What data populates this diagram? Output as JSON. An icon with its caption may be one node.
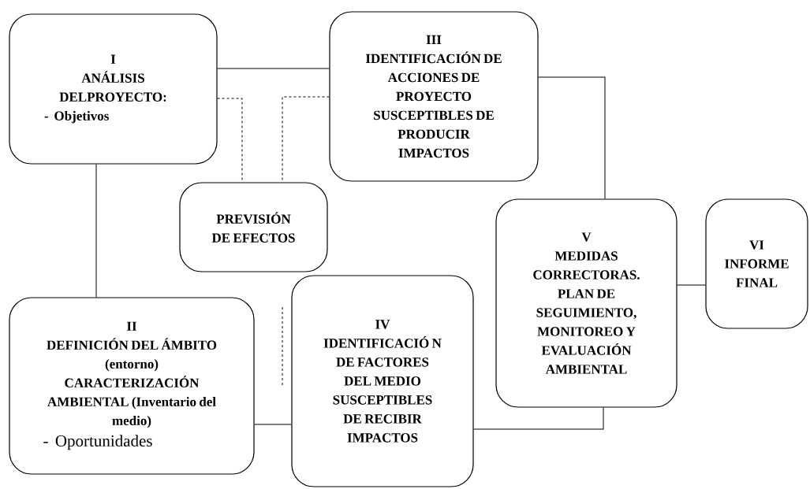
{
  "diagram": {
    "nodes": [
      {
        "text": [
          "I",
          "ANÁLISIS DELPROYECTO:",
          "- Objetivos"
        ]
      },
      {
        "text": [
          "III",
          "IDENTIFICACIÓN DE ACCIONES DE PROYECTO SUSCEPTIBLES DE PRODUCIR IMPACTOS"
        ]
      },
      {
        "text": [
          "PREVISIÓN DE EFECTOS"
        ]
      },
      {
        "text": [
          "II",
          "DEFINICIÓN DEL ÁMBITO (entorno) CARACTERIZACIÓN AMBIENTAL (Inventario del medio)",
          "- Oportunidades"
        ]
      },
      {
        "text": [
          "IV",
          "IDENTIFICACIÓ N DE FACTORES DEL MEDIO SUSCEPTIBLES DE RECIBIR IMPACTOS"
        ]
      },
      {
        "text": [
          "V",
          "MEDIDAS CORRECTORAS. PLAN DE SEGUIMIENTO, MONITOREO Y EVALUACIÓN AMBIENTAL"
        ]
      },
      {
        "text": [
          "VI",
          "INFORME FINAL"
        ]
      }
    ],
    "edges": [
      {
        "from": 0,
        "to": 1,
        "arrow": "none"
      },
      {
        "from": 0,
        "to": 2,
        "arrow": "none",
        "style": "dashed"
      },
      {
        "from": 1,
        "to": 2,
        "arrow": "none",
        "style": "dashed"
      },
      {
        "from": 0,
        "to": 3,
        "arrow": "none"
      },
      {
        "from": 3,
        "to": 4,
        "arrow": "none"
      },
      {
        "from": 1,
        "to": 5,
        "arrow": "none"
      },
      {
        "from": 4,
        "to": 5,
        "arrow": "none"
      },
      {
        "from": 5,
        "to": 6,
        "arrow": "none"
      }
    ]
  }
}
